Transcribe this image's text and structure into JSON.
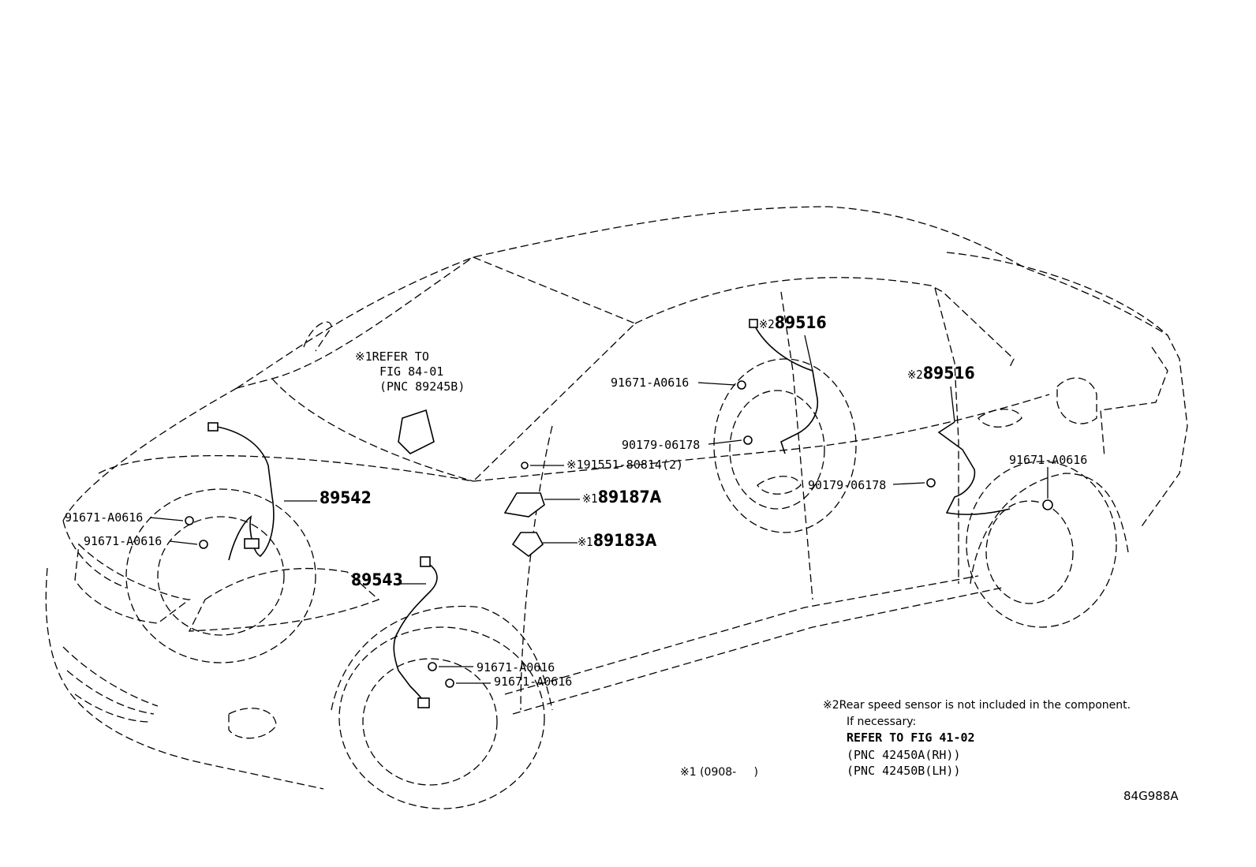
{
  "refer_callout": {
    "mark": "※1",
    "line1": "REFER TO",
    "line2": "FIG 84-01",
    "line3": "(PNC 89245B)"
  },
  "parts": {
    "front_sensor_right": "89542",
    "front_sensor_left": "89543",
    "rear_sensor_right": {
      "mark": "※2",
      "number": "89516"
    },
    "rear_sensor_left": {
      "mark": "※2",
      "number": "89516"
    },
    "bolt_front_right_upper": "91671-A0616",
    "bolt_front_right_lower": "91671-A0616",
    "bolt_front_left_upper": "91671-A0616",
    "bolt_front_left_lower": "91671-A0616",
    "bolt_rear_upper": "91671-A0616",
    "bolt_rear_right": "91671-A0616",
    "clip_rear_upper": "90179-06178",
    "clip_rear_lower": "90179-06178",
    "screw_sensor": {
      "mark": "※1",
      "number": "91551-80814(2)"
    },
    "bracket_sensor": {
      "mark": "※1",
      "number": "89187A"
    },
    "yaw_sensor": {
      "mark": "※1",
      "number": "89183A"
    }
  },
  "footnotes": {
    "note2_mark": "※2",
    "note2_text": "Rear speed sensor is not included in the component.",
    "note2_line2": "If necessary:",
    "note2_line3": "REFER TO FIG 41-02",
    "note2_line4": "(PNC 42450A(RH))",
    "note2_line5": "(PNC 42450B(LH))",
    "note1": "※1 (0908-     )"
  },
  "figure_code": "84G988A"
}
